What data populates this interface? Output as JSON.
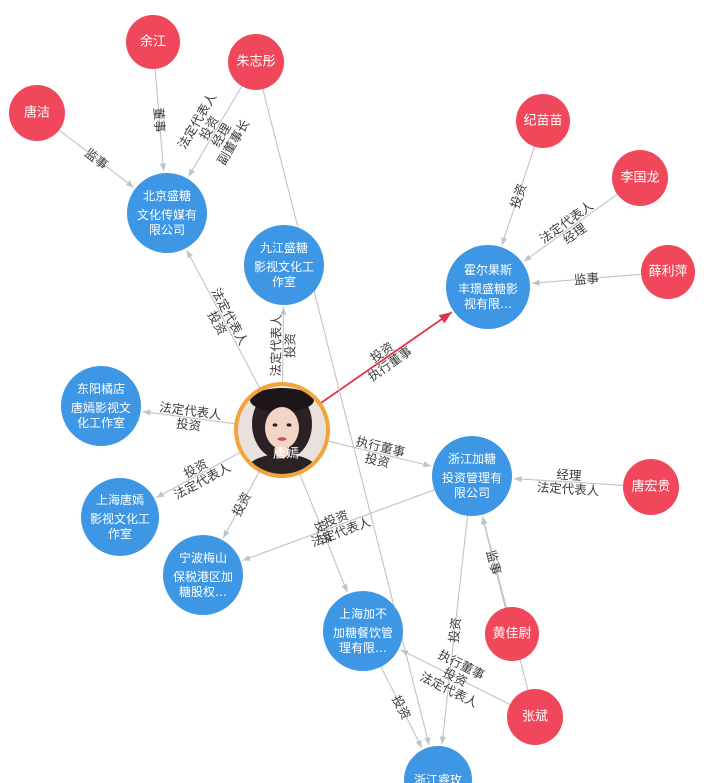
{
  "colors": {
    "person": "#f0475a",
    "company": "#3d97e4",
    "center_ring": "#f2a33a",
    "edge": "#bfc3ca",
    "edge_highlight": "#e0344a",
    "label": "#3c3c3c"
  },
  "people": [
    {
      "id": "yujiang",
      "name": "余江"
    },
    {
      "id": "zhuzhitong",
      "name": "朱志彤"
    },
    {
      "id": "tangjie",
      "name": "唐洁"
    },
    {
      "id": "jimiaomiao",
      "name": "纪苗苗"
    },
    {
      "id": "liguolong",
      "name": "李国龙"
    },
    {
      "id": "xueliping",
      "name": "薛利萍"
    },
    {
      "id": "tanghonggui",
      "name": "唐宏贵"
    },
    {
      "id": "huangjiawei",
      "name": "黄佳尉"
    },
    {
      "id": "zhangbin",
      "name": "张斌"
    }
  ],
  "center": {
    "id": "tangyan",
    "name": "唐嫣",
    "avatar_icon": "person-photo-avatar"
  },
  "companies": [
    {
      "id": "bj",
      "name": "北京盛糖",
      "lines": [
        "文化传媒有",
        "限公司"
      ]
    },
    {
      "id": "jj",
      "name": "九江盛糖",
      "lines": [
        "影视文化工",
        "作室"
      ]
    },
    {
      "id": "hr",
      "name": "霍尔果斯",
      "lines": [
        "丰璟盛糖影",
        "视有限…"
      ]
    },
    {
      "id": "dy",
      "name": "东阳橘店",
      "lines": [
        "唐嫣影视文",
        "化工作室"
      ]
    },
    {
      "id": "zj",
      "name": "浙江加糖",
      "lines": [
        "投资管理有",
        "限公司"
      ]
    },
    {
      "id": "sh",
      "name": "上海唐嫣",
      "lines": [
        "影视文化工",
        "作室"
      ]
    },
    {
      "id": "nb",
      "name": "宁波梅山",
      "lines": [
        "保税港区加",
        "糖股权…"
      ]
    },
    {
      "id": "shjb",
      "name": "上海加不",
      "lines": [
        "加糖餐饮管",
        "理有限…"
      ]
    },
    {
      "id": "zjrm",
      "name": "浙江睿玫",
      "lines": []
    }
  ],
  "edges": [
    {
      "from": "yujiang",
      "to": "bj",
      "labels": [
        "董事"
      ],
      "bend": 0
    },
    {
      "from": "zhuzhitong",
      "to": "bj",
      "labels": [
        "副董事长",
        "经理",
        "投资",
        "法定代表人"
      ],
      "bend": 0
    },
    {
      "from": "tangjie",
      "to": "bj",
      "labels": [
        "监事"
      ],
      "bend": 0
    },
    {
      "from": "jimiaomiao",
      "to": "hr",
      "labels": [
        "投资"
      ],
      "bend": 0
    },
    {
      "from": "liguolong",
      "to": "hr",
      "labels": [
        "经理",
        "法定代表人"
      ],
      "bend": 0
    },
    {
      "from": "xueliping",
      "to": "hr",
      "labels": [
        "监事"
      ],
      "bend": 0
    },
    {
      "from": "tanghonggui",
      "to": "zj",
      "labels": [
        "法定代表人",
        "经理"
      ],
      "bend": 0
    },
    {
      "from": "huangjiawei",
      "to": "zj",
      "labels": [
        "监事"
      ],
      "bend": 0
    },
    {
      "from": "tangyan",
      "to": "bj",
      "labels": [
        "投资",
        "法定代表人"
      ],
      "bend": 0
    },
    {
      "from": "tangyan",
      "to": "jj",
      "labels": [
        "法定代表人",
        "投资"
      ],
      "bend": 0
    },
    {
      "from": "tangyan",
      "to": "hr",
      "labels": [
        "投资",
        "执行董事"
      ],
      "bend": 0,
      "highlight": true
    },
    {
      "from": "tangyan",
      "to": "dy",
      "labels": [
        "投资",
        "法定代表人"
      ],
      "bend": 0
    },
    {
      "from": "tangyan",
      "to": "zj",
      "labels": [
        "执行董事",
        "投资"
      ],
      "bend": 0
    },
    {
      "from": "tangyan",
      "to": "sh",
      "labels": [
        "法定代表人",
        "投资"
      ],
      "bend": 0
    },
    {
      "from": "tangyan",
      "to": "nb",
      "labels": [
        "投资"
      ],
      "bend": 0
    },
    {
      "from": "tangyan",
      "to": "shjb",
      "labels": [
        "投资"
      ],
      "bend": 0
    },
    {
      "from": "zj",
      "to": "nb",
      "labels": [
        "法定代表人",
        "投资"
      ],
      "bend": 0
    },
    {
      "from": "zj",
      "to": "zjrm",
      "labels": [
        "投资"
      ],
      "bend": 0
    },
    {
      "from": "zhangbin",
      "to": "shjb",
      "labels": [
        "法定代表人",
        "投资",
        "执行董事"
      ],
      "bend": 0
    },
    {
      "from": "zhangbin",
      "to": "zj",
      "labels": [],
      "bend": 0
    },
    {
      "from": "shjb",
      "to": "zjrm",
      "labels": [
        "投资"
      ],
      "bend": 0
    },
    {
      "from": "zhuzhitong",
      "to": "zjrm",
      "labels": [],
      "bend": 0
    }
  ]
}
